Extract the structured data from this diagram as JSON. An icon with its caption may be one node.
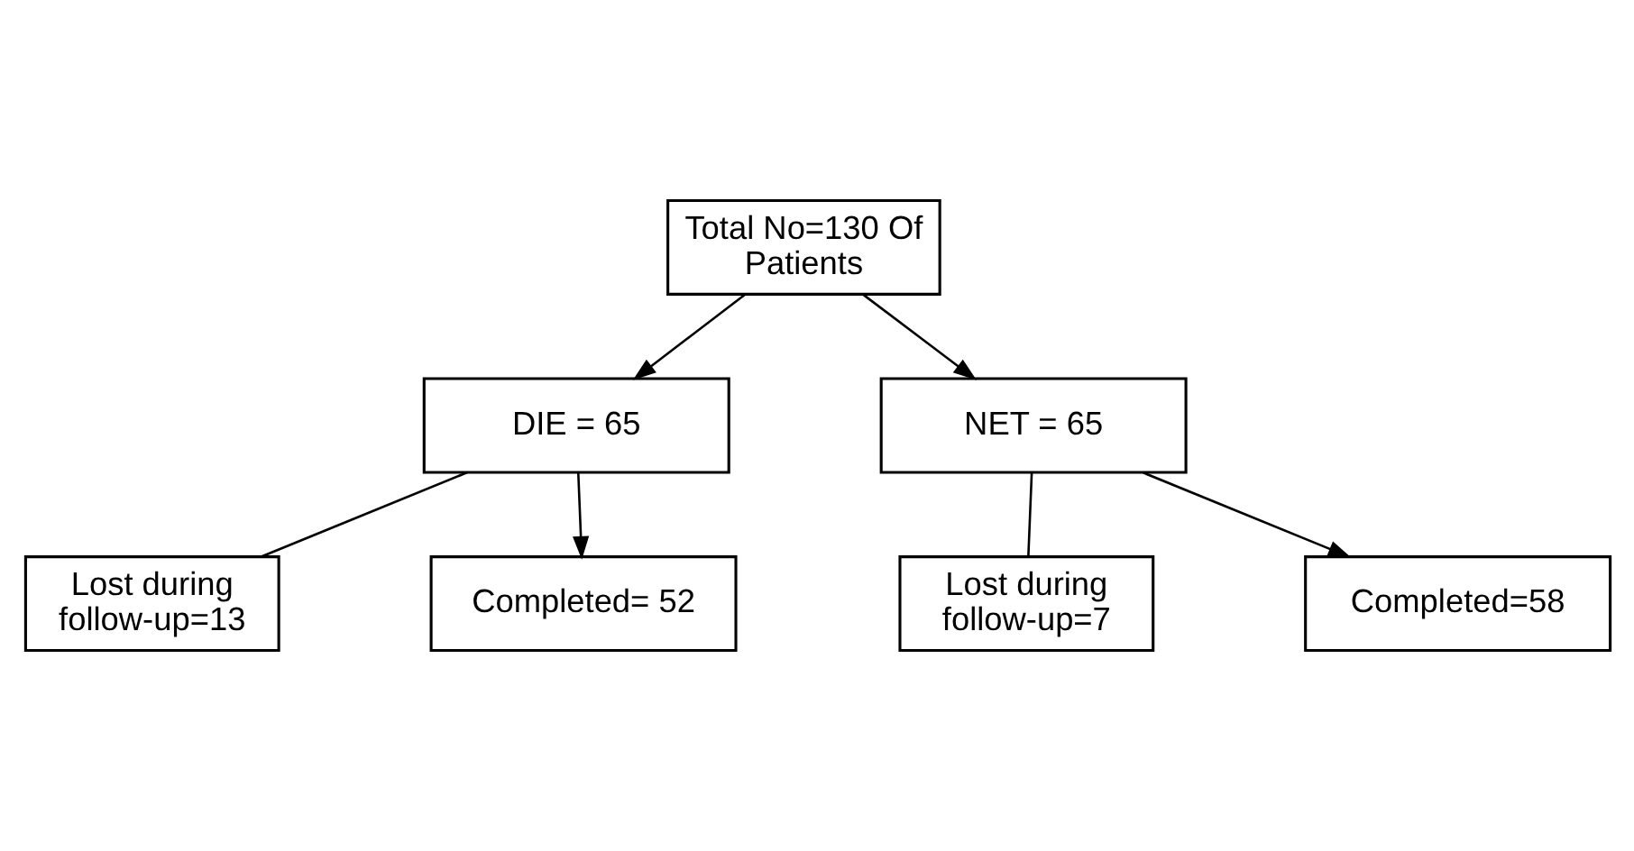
{
  "diagram": {
    "nodes": [
      {
        "text": [
          "Total No=130 Of Patients"
        ]
      },
      {
        "text": [
          "DIE = 65"
        ]
      },
      {
        "text": [
          "NET = 65"
        ]
      },
      {
        "text": [
          "Lost during follow-up=13"
        ]
      },
      {
        "text": [
          "Lost during follow-up=7"
        ]
      },
      {
        "text": [
          "Completed= 52"
        ]
      },
      {
        "text": [
          "Completed=58"
        ]
      }
    ],
    "edges": [
      {
        "from": 0,
        "to": 1,
        "arrow": "to"
      },
      {
        "from": 0,
        "to": 2,
        "arrow": "to"
      },
      {
        "from": 1,
        "to": 3,
        "arrow": "none"
      },
      {
        "from": 1,
        "to": 5,
        "arrow": "to"
      },
      {
        "from": 2,
        "to": 4,
        "arrow": "none"
      },
      {
        "from": 2,
        "to": 6,
        "arrow": "to"
      }
    ]
  }
}
